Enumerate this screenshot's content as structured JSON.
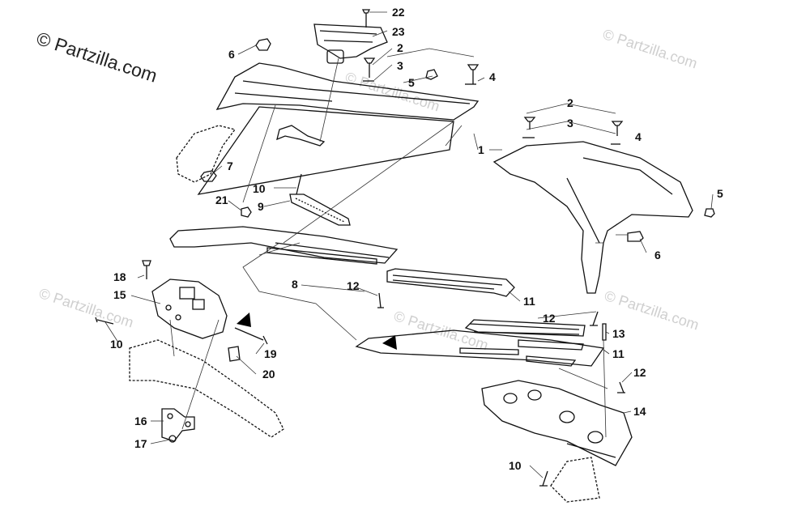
{
  "copyright": "© Partzilla.com",
  "watermark": "© Partzilla.com",
  "callouts": [
    "22",
    "23",
    "6",
    "2",
    "3",
    "5",
    "4",
    "2",
    "3",
    "4",
    "1",
    "7",
    "10",
    "21",
    "9",
    "5",
    "6",
    "18",
    "15",
    "12",
    "11",
    "8",
    "12",
    "13",
    "11",
    "10",
    "19",
    "20",
    "12",
    "14",
    "16",
    "17",
    "10"
  ],
  "colors": {
    "line": "#111111",
    "leader": "#333333",
    "arrow": "#000000"
  }
}
